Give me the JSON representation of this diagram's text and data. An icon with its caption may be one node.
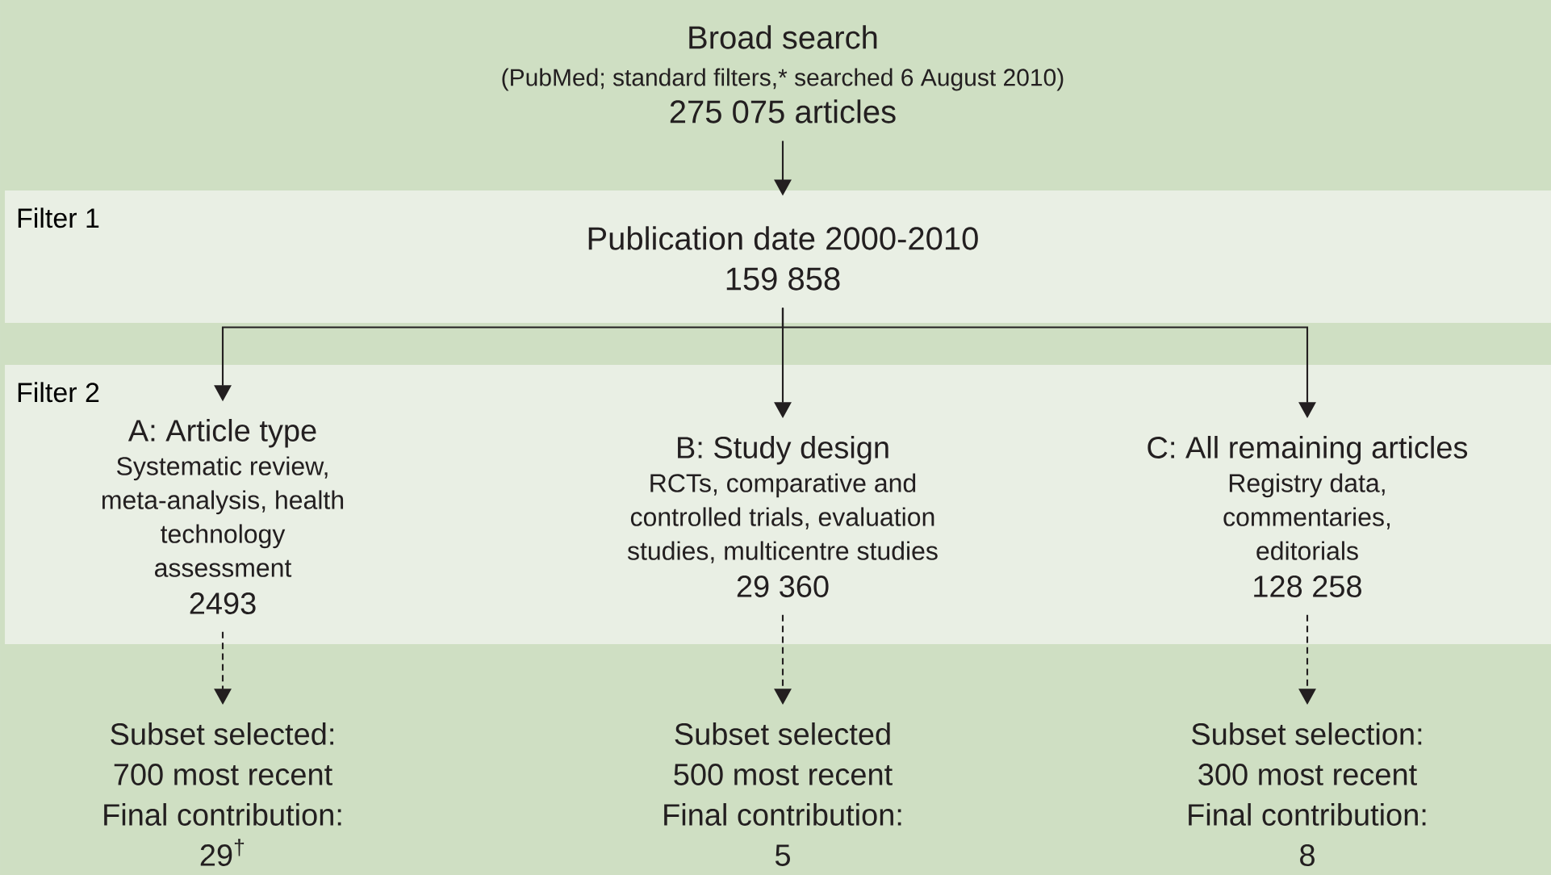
{
  "diagram": {
    "nodes": [
      {
        "text": [
          "Broad search",
          "(PubMed; standard filters,* searched 6 August 2010)",
          "275 075 articles"
        ]
      },
      {
        "text": [
          "Filter 1"
        ]
      },
      {
        "text": [
          "Publication date 2000-2010",
          "159 858"
        ],
        "in": 1
      },
      {
        "text": [
          "Filter 2"
        ]
      },
      {
        "text": [
          "A: Article type",
          "Systematic review, meta-analysis, health technology assessment",
          "2493"
        ],
        "in": 3
      },
      {
        "text": [
          "B: Study design",
          "RCTs, comparative and controlled trials, evaluation studies, multicentre studies",
          "29 360"
        ],
        "in": 3
      },
      {
        "text": [
          "C: All remaining articles",
          "Registry data, commentaries, editorials",
          "128 258"
        ],
        "in": 3
      },
      {
        "text": [
          "Subset selected: 700 most recent",
          "Final contribution: 29$^{†}$"
        ]
      },
      {
        "text": [
          "Subset selected 500 most recent",
          "Final contribution: 5"
        ]
      },
      {
        "text": [
          "Subset selection: 300 most recent",
          "Final contribution: 8"
        ]
      }
    ],
    "edges": [
      {
        "from": 0,
        "to": 2,
        "arrow": "to"
      },
      {
        "from": 2,
        "to": 4,
        "arrow": "to"
      },
      {
        "from": 2,
        "to": 5,
        "arrow": "to"
      },
      {
        "from": 2,
        "to": 6,
        "arrow": "to"
      },
      {
        "from": 4,
        "to": 7,
        "arrow": "to",
        "style": "dashed"
      },
      {
        "from": 5,
        "to": 8,
        "arrow": "to",
        "style": "dashed"
      },
      {
        "from": 6,
        "to": 9,
        "arrow": "to",
        "style": "dashed"
      }
    ]
  }
}
